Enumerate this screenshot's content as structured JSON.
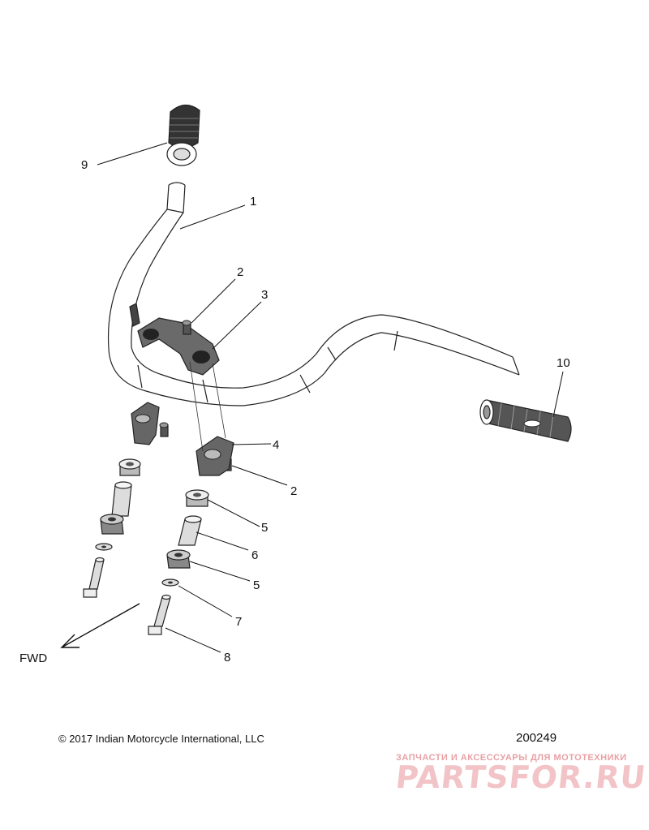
{
  "callouts": {
    "c1": "1",
    "c2a": "2",
    "c2b": "2",
    "c3": "3",
    "c4": "4",
    "c5a": "5",
    "c5b": "5",
    "c6": "6",
    "c7": "7",
    "c8": "8",
    "c9": "9",
    "c10": "10"
  },
  "direction_label": "FWD",
  "copyright": "© 2017 Indian Motorcycle International, LLC",
  "diagram_number": "200249",
  "watermark": {
    "tagline": "ЗАПЧАСТИ И АКСЕССУАРЫ ДЛЯ МОТОТЕХНИКИ",
    "logo": "PARTSFOR.RU"
  },
  "colors": {
    "line": "#111111",
    "watermark": "#e8a0a5"
  }
}
